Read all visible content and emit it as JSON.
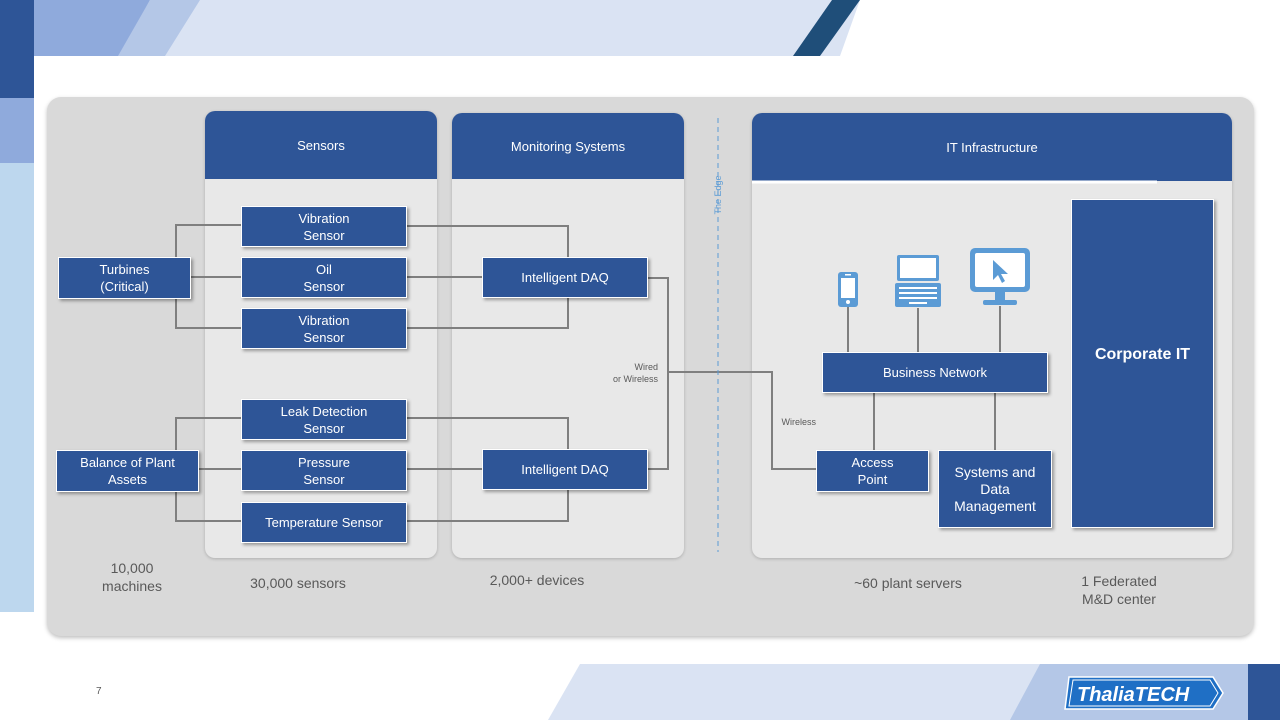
{
  "slide": {
    "page_number": "7",
    "logo_text": "ThaliaTECH"
  },
  "columns": {
    "sensors": "Sensors",
    "monitoring": "Monitoring Systems",
    "it": "IT Infrastructure"
  },
  "edge_label": "The Edge",
  "assets": {
    "turbines": "Turbines\n(Critical)",
    "balance": "Balance of Plant\nAssets"
  },
  "sensors": {
    "vibration_1": "Vibration\nSensor",
    "oil": "Oil\nSensor",
    "vibration_2": "Vibration\nSensor",
    "leak": "Leak Detection\nSensor",
    "pressure": "Pressure\nSensor",
    "temperature": "Temperature Sensor"
  },
  "daq": {
    "top": "Intelligent DAQ",
    "bottom": "Intelligent DAQ"
  },
  "connection_labels": {
    "wired_or_wireless": "Wired\nor Wireless",
    "wireless": "Wireless"
  },
  "it": {
    "business_network": "Business Network",
    "access_point": "Access\nPoint",
    "systems_data": "Systems and\nData\nManagement",
    "corporate_it": "Corporate IT",
    "devices": [
      "mobile-phone-icon",
      "laptop-icon",
      "monitor-icon"
    ]
  },
  "footnotes": {
    "machines": "10,000\nmachines",
    "sensors": "30,000 sensors",
    "devices": "2,000+ devices",
    "servers": "~60 plant servers",
    "center": "1 Federated\nM&D center"
  },
  "colors": {
    "primary": "#2e5597",
    "panel": "#d9d9d9",
    "column": "#e8e8e8",
    "edge": "#5b9bd5",
    "icon": "#5b9bd5"
  }
}
